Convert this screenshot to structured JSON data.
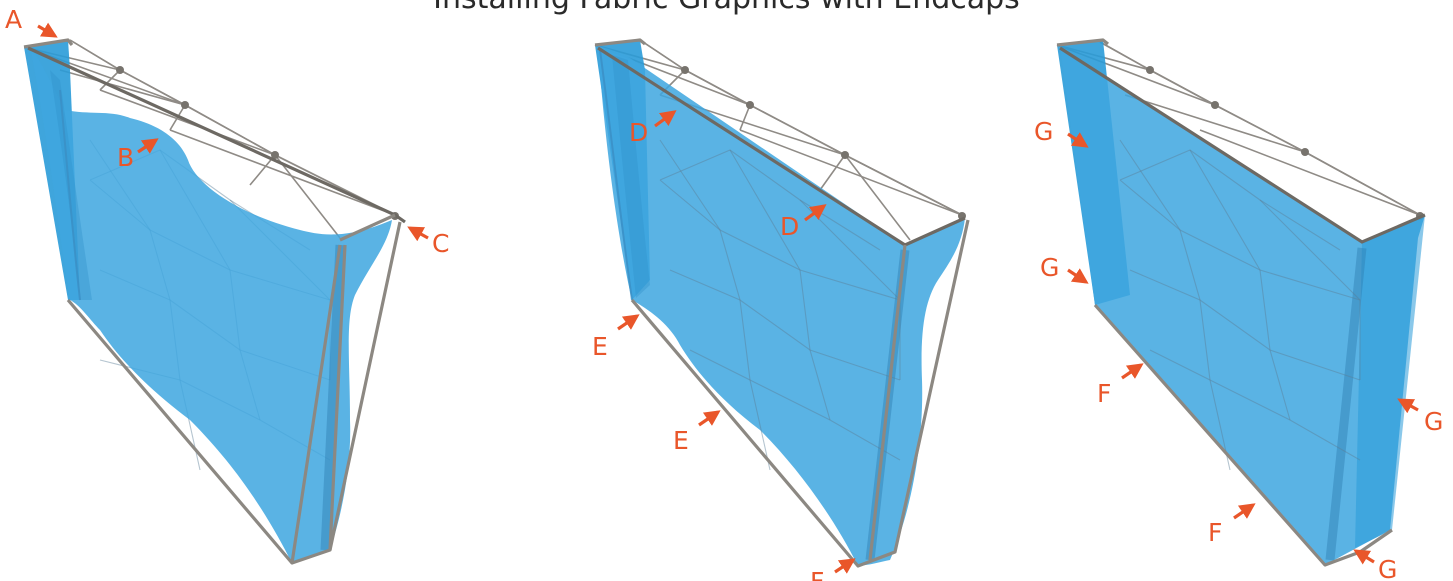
{
  "title": "Installing Fabric Graphics with Endcaps",
  "colors": {
    "accent": "#e9562a",
    "fabric": "#3fa6e0",
    "frame": "#8c8882"
  },
  "panels": [
    {
      "name": "step-1",
      "labels": [
        "A",
        "B",
        "C"
      ]
    },
    {
      "name": "step-2",
      "labels": [
        "D",
        "D",
        "E",
        "E",
        "F"
      ]
    },
    {
      "name": "step-3",
      "labels": [
        "G",
        "G",
        "F",
        "F",
        "G",
        "G"
      ]
    }
  ]
}
